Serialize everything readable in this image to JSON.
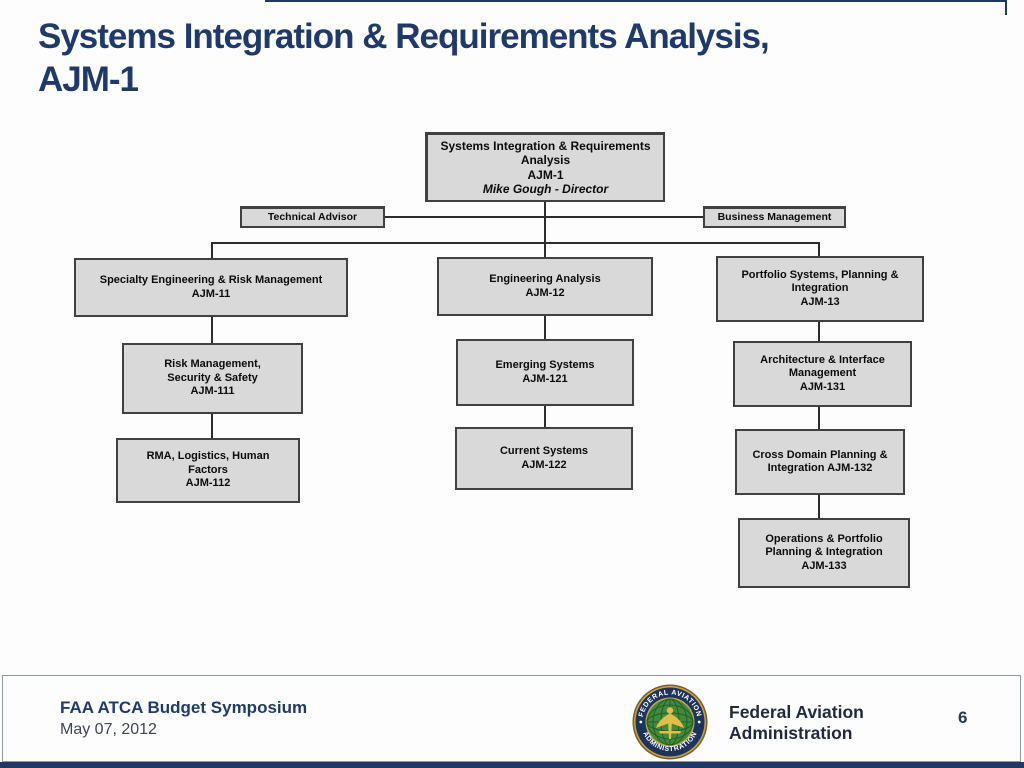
{
  "slide": {
    "title": "Systems Integration & Requirements Analysis,\nAJM-1"
  },
  "org_chart": {
    "root": {
      "name": "Systems Integration & Requirements Analysis",
      "code": "AJM-1",
      "director": "Mike Gough - Director"
    },
    "advisors": {
      "technical": "Technical Advisor",
      "business": "Business Management"
    },
    "branches": [
      {
        "name": "Specialty Engineering & Risk Management",
        "code": "AJM-11",
        "children": [
          {
            "text": "Risk Management,\nSecurity & Safety\nAJM-111"
          },
          {
            "text": "RMA, Logistics, Human\nFactors\nAJM-112"
          }
        ]
      },
      {
        "name": "Engineering Analysis",
        "code": "AJM-12",
        "children": [
          {
            "text": "Emerging Systems\nAJM-121"
          },
          {
            "text": "Current Systems\nAJM-122"
          }
        ]
      },
      {
        "name": "Portfolio Systems, Planning & Integration",
        "code": "AJM-13",
        "children": [
          {
            "text": "Architecture & Interface\nManagement\nAJM-131"
          },
          {
            "text": "Cross Domain Planning &\nIntegration AJM-132"
          },
          {
            "text": "Operations & Portfolio\nPlanning & Integration\nAJM-133"
          }
        ]
      }
    ]
  },
  "footer": {
    "event": "FAA ATCA Budget Symposium",
    "date": "May 07, 2012",
    "agency": "Federal Aviation\nAdministration",
    "page_number": "6",
    "seal": {
      "top_text": "FEDERAL AVIATION",
      "bottom_text": "ADMINISTRATION"
    }
  },
  "colors": {
    "title_navy": "#1e3a6d",
    "bar_navy": "#1f3864",
    "box_fill": "#d9d9d9",
    "box_border": "#414141",
    "seal_navy": "#1d3461",
    "seal_green": "#3f8a3f",
    "seal_gold": "#caa53d"
  }
}
